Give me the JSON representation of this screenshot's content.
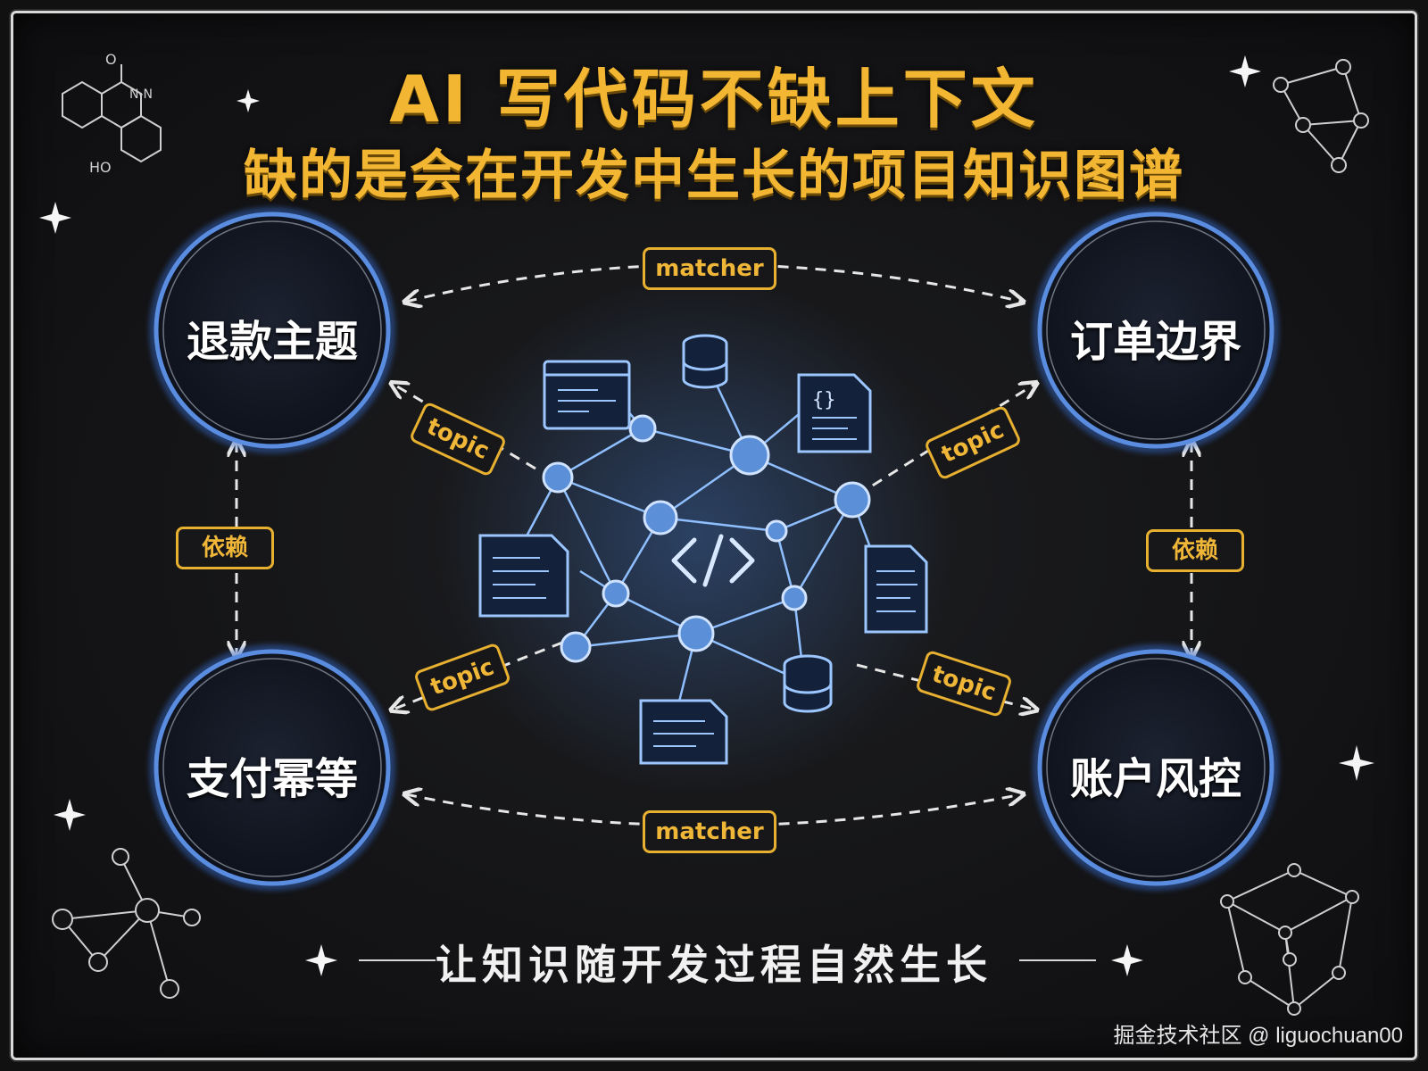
{
  "title": {
    "line1": "AI 写代码不缺上下文",
    "line2": "缺的是会在开发中生长的项目知识图谱"
  },
  "nodes": {
    "top_left": "退款主题",
    "top_right": "订单边界",
    "bottom_left": "支付幂等",
    "bottom_right": "账户风控"
  },
  "edges": {
    "top": "matcher",
    "bottom": "matcher",
    "left": "依赖",
    "right": "依赖",
    "topic_tl": "topic",
    "topic_tr": "topic",
    "topic_bl": "topic",
    "topic_br": "topic"
  },
  "center_icon": "code-brackets-icon",
  "footer": "让知识随开发过程自然生长",
  "watermark": "掘金技术社区 @ liguochuan00",
  "colors": {
    "background": "#141416",
    "title": "#f2b632",
    "tag": "#e8b030",
    "node_ring": "#4a7fd8",
    "network_glow": "#7fb6ff"
  }
}
